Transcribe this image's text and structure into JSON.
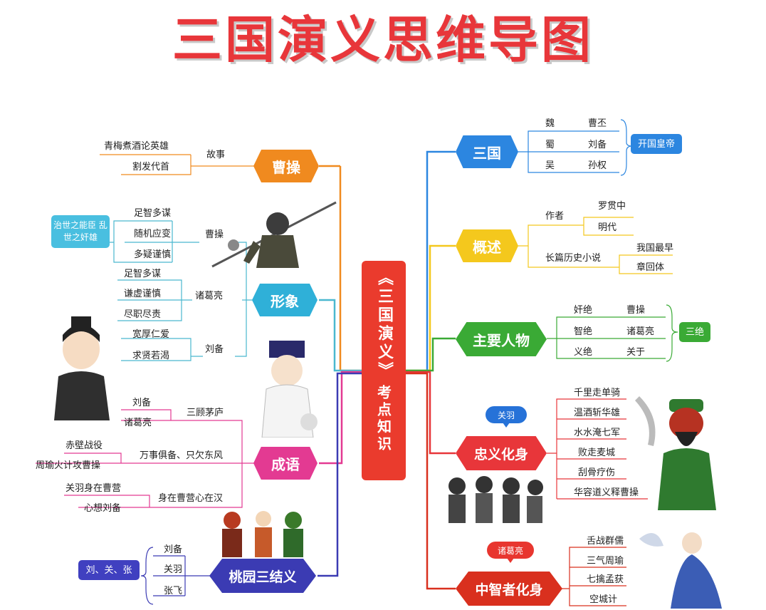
{
  "title": "三国演义思维导图",
  "center": {
    "line1": "《三国演义》",
    "line2": "考点知识"
  },
  "colors": {
    "red": "#e8363a",
    "orange": "#f08a1f",
    "yellow": "#f4c81d",
    "green": "#3aaa35",
    "blue": "#2c86e0",
    "magenta": "#e33a92",
    "indigo": "#3b3bb3",
    "teal": "#4ab8cf"
  },
  "left": {
    "caocao": {
      "label": "曹操",
      "story_label": "故事",
      "stories": [
        "青梅煮酒论英雄",
        "割发代首"
      ]
    },
    "xingxiang": {
      "label": "形象",
      "caocao": {
        "name": "曹操",
        "traits": [
          "足智多谋",
          "随机应变",
          "多疑谨慎"
        ],
        "summary": "治世之能臣 乱世之奸雄"
      },
      "zhuge": {
        "name": "诸葛亮",
        "traits": [
          "足智多谋",
          "谦虚谨慎",
          "尽职尽责"
        ]
      },
      "liubei": {
        "name": "刘备",
        "traits": [
          "宽厚仁爱",
          "求贤若渴"
        ]
      }
    },
    "chengyu": {
      "label": "成语",
      "sangu": {
        "idiom": "三顾茅庐",
        "people": [
          "刘备",
          "诸葛亮"
        ]
      },
      "dongfeng": {
        "idiom": "万事俱备、只欠东风",
        "events": [
          "赤壁战役",
          "周瑜火计攻曹操"
        ]
      },
      "shenzai": {
        "idiom": "身在曹营心在汉",
        "events": [
          "关羽身在曹营",
          "心想刘备"
        ]
      }
    },
    "taoyuan": {
      "label": "桃园三结义",
      "members": [
        "刘备",
        "关羽",
        "张飞"
      ],
      "summary": "刘、关、张"
    }
  },
  "right": {
    "sanguo": {
      "label": "三国",
      "kingdoms": [
        [
          "魏",
          "曹丕"
        ],
        [
          "蜀",
          "刘备"
        ],
        [
          "吴",
          "孙权"
        ]
      ],
      "summary": "开国皇帝"
    },
    "gaishu": {
      "label": "概述",
      "author_label": "作者",
      "author": "罗贯中",
      "dynasty": "明代",
      "genre_label": "长篇历史小说",
      "genre_notes": [
        "我国最早",
        "章回体"
      ]
    },
    "zhuyao": {
      "label": "主要人物",
      "rows": [
        [
          "奸绝",
          "曹操"
        ],
        [
          "智绝",
          "诸葛亮"
        ],
        [
          "义绝",
          "关于"
        ]
      ],
      "summary": "三绝"
    },
    "zhongyi": {
      "label": "忠义化身",
      "tag": "关羽",
      "items": [
        "千里走单骑",
        "温酒斩华雄",
        "水水淹七军",
        "败走麦城",
        "刮骨疗伤",
        "华容道义释曹操"
      ]
    },
    "zhizhi": {
      "label": "中智者化身",
      "tag": "诸葛亮",
      "items": [
        "舌战群儒",
        "三气周瑜",
        "七擒孟获",
        "空城计"
      ]
    }
  }
}
